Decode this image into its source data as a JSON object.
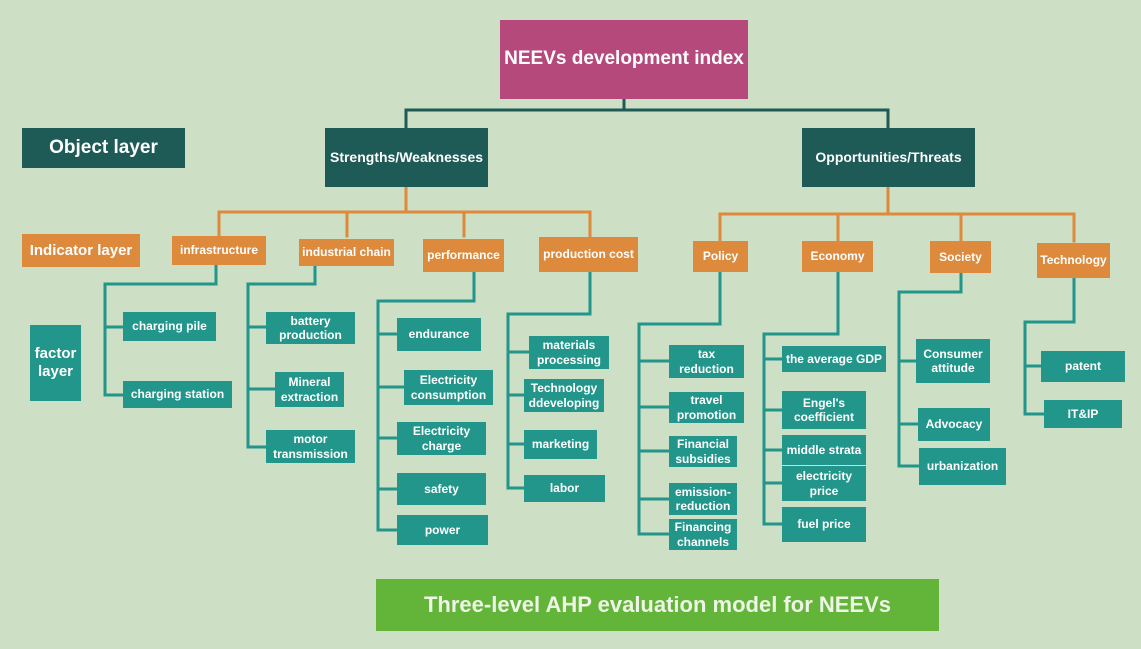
{
  "colors": {
    "background": "#cddfc4",
    "top_node": "#b5497c",
    "object_layer": "#1e5a56",
    "indicator_layer": "#de8a3c",
    "factor_layer": "#22968a",
    "caption": "#63b53a",
    "object_connector": "#1e5a56",
    "indicator_connector": "#de8a3c"
  },
  "top_node": "NEEVs development index",
  "legend": {
    "object_layer": "Object layer",
    "indicator_layer": "Indicator layer",
    "factor_layer": "factor\nlayer"
  },
  "objects": [
    {
      "label": "Strengths/Weaknesses",
      "indicators": [
        {
          "label": "infrastructure",
          "factors": [
            "charging pile",
            "charging station"
          ]
        },
        {
          "label": "industrial chain",
          "factors": [
            "battery\nproduction",
            "Mineral\nextraction",
            "motor\ntransmission"
          ]
        },
        {
          "label": "performance",
          "factors": [
            "endurance",
            "Electricity\nconsumption",
            "Electricity\ncharge",
            "safety",
            "power"
          ]
        },
        {
          "label": "production cost",
          "factors": [
            "materials\nprocessing",
            "Technology\nddeveloping",
            "marketing",
            "labor"
          ]
        }
      ]
    },
    {
      "label": "Opportunities/Threats",
      "indicators": [
        {
          "label": "Policy",
          "factors": [
            "tax\nreduction",
            "travel\npromotion",
            "Financial\nsubsidies",
            "emission-\nreduction",
            "Financing\nchannels"
          ]
        },
        {
          "label": "Economy",
          "factors": [
            "the average GDP",
            "Engel's\ncoefficient",
            "middle strata",
            "electricity\nprice",
            "fuel price"
          ]
        },
        {
          "label": "Society",
          "factors": [
            "Consumer\nattitude",
            "Advocacy",
            "urbanization"
          ]
        },
        {
          "label": "Technology",
          "factors": [
            "patent",
            "IT&IP"
          ]
        }
      ]
    }
  ],
  "caption": "Three-level AHP evaluation model for NEEVs"
}
